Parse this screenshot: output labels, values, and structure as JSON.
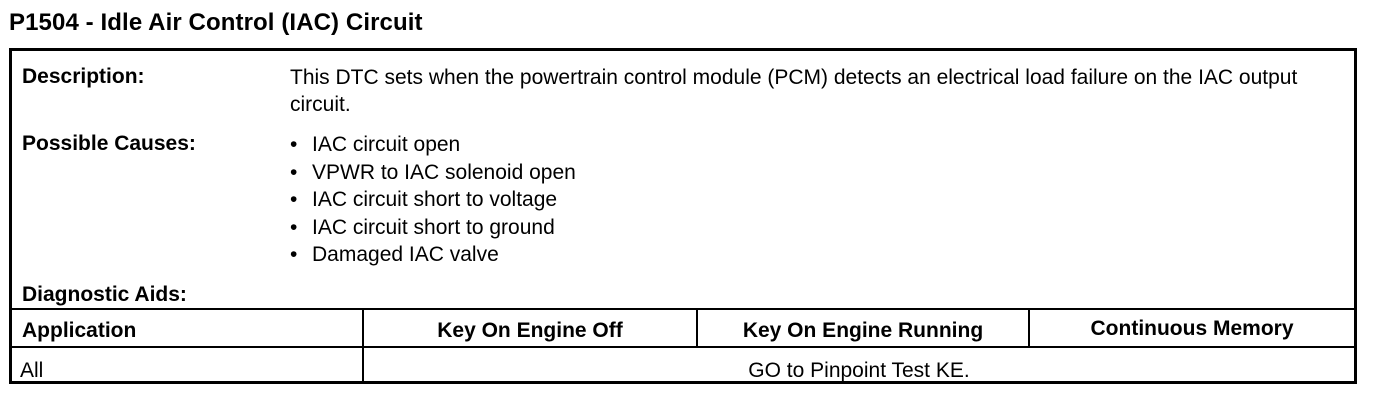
{
  "title": "P1504 - Idle Air Control (IAC) Circuit",
  "description": {
    "label": "Description:",
    "text": "This DTC sets when the powertrain control module (PCM) detects an electrical load failure on the IAC output circuit."
  },
  "possible_causes": {
    "label": "Possible Causes:",
    "items": [
      "IAC circuit open",
      "VPWR to IAC solenoid open",
      "IAC circuit short to voltage",
      "IAC circuit short to ground",
      "Damaged IAC valve"
    ]
  },
  "diagnostic_aids": {
    "label": "Diagnostic Aids:"
  },
  "table": {
    "headers": [
      "Application",
      "Key On Engine Off",
      "Key On Engine Running",
      "Continuous Memory"
    ],
    "row": {
      "application": "All",
      "action": "GO to Pinpoint Test KE."
    }
  }
}
